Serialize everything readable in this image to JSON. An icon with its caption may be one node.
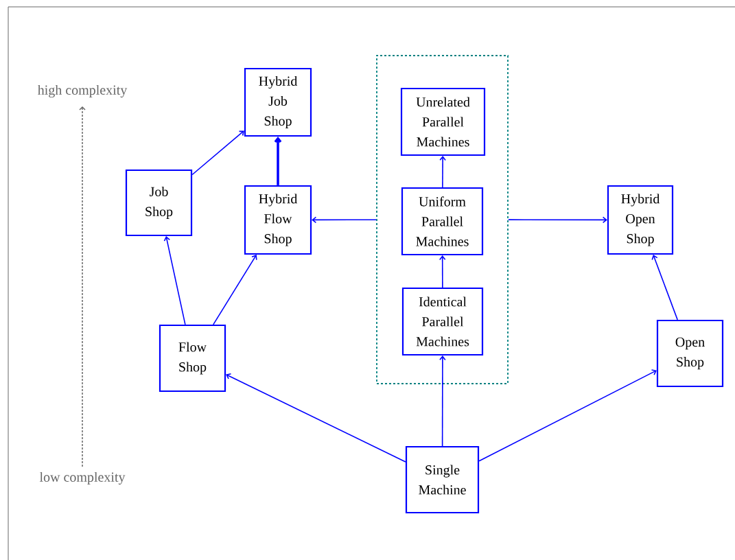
{
  "diagram": {
    "nodes": [
      {
        "text": [
          "Hybrid Job Shop"
        ]
      },
      {
        "text": [
          "Job Shop"
        ]
      },
      {
        "text": [
          "Hybrid Flow Shop"
        ]
      },
      {
        "text": [],
        "shape": "box"
      },
      {
        "text": [
          "Unrelated Parallel Machines"
        ],
        "in": 3
      },
      {
        "text": [
          "Uniform Parallel Machines"
        ],
        "in": 3
      },
      {
        "text": [
          "Identical Parallel Machines"
        ],
        "in": 3
      },
      {
        "text": [
          "Hybrid Open Shop"
        ]
      },
      {
        "text": [
          "Flow Shop"
        ]
      },
      {
        "text": [
          "Open Shop"
        ]
      },
      {
        "text": [
          "Single Machine"
        ]
      }
    ],
    "edges": [
      {
        "from": 1,
        "to": 0,
        "arrow": "to"
      },
      {
        "from": 2,
        "to": 0,
        "arrow": "to",
        "style": "thick"
      },
      {
        "from": 3,
        "to": 2,
        "arrow": "to"
      },
      {
        "from": 3,
        "to": 7,
        "arrow": "to"
      },
      {
        "from": 5,
        "to": 4,
        "arrow": "to"
      },
      {
        "from": 6,
        "to": 5,
        "arrow": "to"
      },
      {
        "from": 10,
        "to": 6,
        "arrow": "to"
      },
      {
        "from": 10,
        "to": 8,
        "arrow": "to"
      },
      {
        "from": 10,
        "to": 9,
        "arrow": "to"
      },
      {
        "from": 8,
        "to": 1,
        "arrow": "to"
      },
      {
        "from": 8,
        "to": 2,
        "arrow": "to"
      },
      {
        "from": 9,
        "to": 7,
        "arrow": "to"
      }
    ],
    "labels": [
      "high complexity",
      "low complexity"
    ]
  }
}
